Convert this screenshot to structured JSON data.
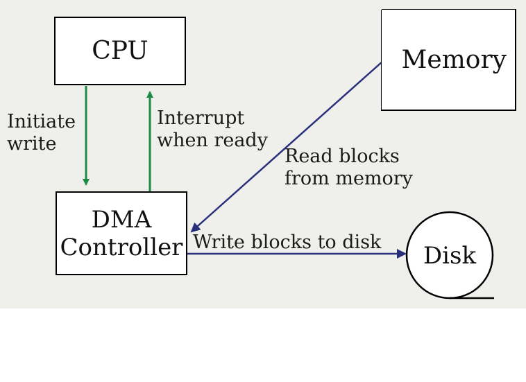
{
  "nodes": {
    "cpu": "CPU",
    "memory": "Memory",
    "dma_line1": "DMA",
    "dma_line2": "Controller",
    "disk": "Disk"
  },
  "edges": {
    "initiate_line1": "Initiate",
    "initiate_line2": "write",
    "interrupt_line1": "Interrupt",
    "interrupt_line2": "when ready",
    "read_line1": "Read blocks",
    "read_line2": "from memory",
    "write_disk": "Write blocks to disk"
  },
  "colors": {
    "green_arrow": "#1e8a45",
    "blue_arrow": "#2a2f7c",
    "background": "#eff0ec"
  }
}
